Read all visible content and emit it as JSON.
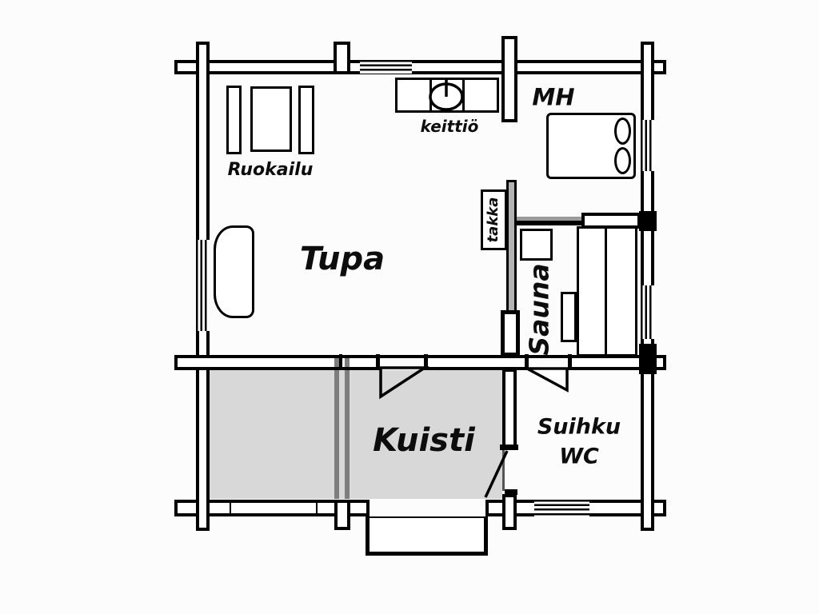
{
  "colors": {
    "wall": "#000000",
    "porch_fill": "#d8d8d8",
    "background": "#fcfcfc",
    "text": "#0d0d0d"
  },
  "rooms": {
    "living": "Tupa",
    "dining": "Ruokailu",
    "kitchen": "keittiö",
    "bedroom": "MH",
    "fireplace": "takka",
    "sauna": "Sauna",
    "porch": "Kuisti",
    "shower_wc_line1": "Suihku",
    "shower_wc_line2": "WC"
  }
}
